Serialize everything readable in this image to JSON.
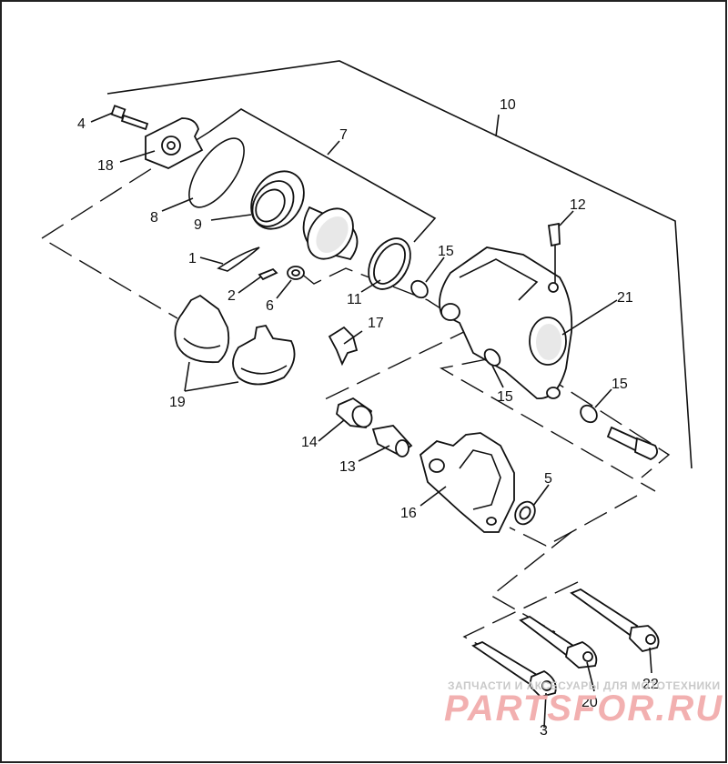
{
  "callouts": [
    {
      "id": "1"
    },
    {
      "id": "2"
    },
    {
      "id": "3"
    },
    {
      "id": "4"
    },
    {
      "id": "5"
    },
    {
      "id": "6"
    },
    {
      "id": "7"
    },
    {
      "id": "8"
    },
    {
      "id": "9"
    },
    {
      "id": "10"
    },
    {
      "id": "11"
    },
    {
      "id": "12"
    },
    {
      "id": "13"
    },
    {
      "id": "14"
    },
    {
      "id": "15"
    },
    {
      "id": "15"
    },
    {
      "id": "15"
    },
    {
      "id": "16"
    },
    {
      "id": "17"
    },
    {
      "id": "18"
    },
    {
      "id": "19"
    },
    {
      "id": "20"
    },
    {
      "id": "21"
    },
    {
      "id": "22"
    }
  ],
  "watermark": {
    "tagline": "ЗАПЧАСТИ И АКСЕСУАРЫ ДЛЯ МОТОТЕХНИКИ",
    "logo": "PARTSFOR.RU"
  }
}
